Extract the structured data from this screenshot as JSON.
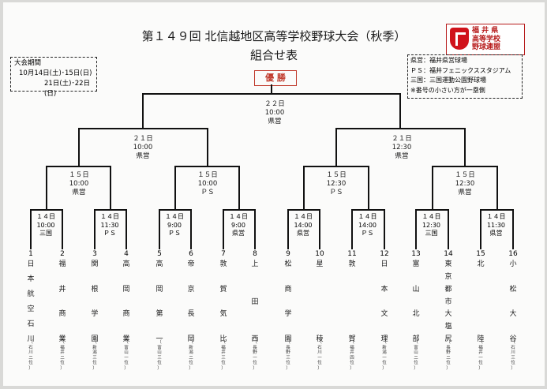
{
  "header": {
    "title_line1": "第１４９回  北信越地区高等学校野球大会（秋季）",
    "title_line2": "組合せ表"
  },
  "logo": {
    "text": [
      "福 井 県",
      "高等学校",
      "野球連盟"
    ],
    "color": "#b71c1c"
  },
  "period": {
    "label": "大会期間",
    "line1": "10月14日(土)･15日(日)",
    "line2": "21日(土)･22日(日)"
  },
  "venues": {
    "lines": [
      "県営：福井県営球場",
      "ＰＳ：福井フェニックススタジアム",
      "三国：三国運動公園野球場",
      "※番号の小さい方が一塁側"
    ]
  },
  "champion": {
    "label": "優 勝",
    "color": "#c0392b"
  },
  "final": {
    "date": "２２日",
    "time": "10:00",
    "venue": "県営"
  },
  "semis": [
    {
      "date": "２１日",
      "time": "10:00",
      "venue": "県営"
    },
    {
      "date": "２１日",
      "time": "12:30",
      "venue": "県営"
    }
  ],
  "quarters": [
    {
      "date": "１５日",
      "time": "10:00",
      "venue": "県営"
    },
    {
      "date": "１５日",
      "time": "10:00",
      "venue": "ＰＳ"
    },
    {
      "date": "１５日",
      "time": "12:30",
      "venue": "ＰＳ"
    },
    {
      "date": "１５日",
      "time": "12:30",
      "venue": "県営"
    }
  ],
  "first_round": [
    {
      "date": "１４日",
      "time": "10:00",
      "venue": "三国"
    },
    {
      "date": "１４日",
      "time": "11:30",
      "venue": "ＰＳ"
    },
    {
      "date": "１４日",
      "time": "9:00",
      "venue": "ＰＳ"
    },
    {
      "date": "１４日",
      "time": "9:00",
      "venue": "県営"
    },
    {
      "date": "１４日",
      "time": "14:00",
      "venue": "県営"
    },
    {
      "date": "１４日",
      "time": "14:00",
      "venue": "ＰＳ"
    },
    {
      "date": "１４日",
      "time": "12:30",
      "venue": "三国"
    },
    {
      "date": "１４日",
      "time": "11:30",
      "venue": "県営"
    }
  ],
  "teams": [
    {
      "no": "1",
      "name": "日本航空石川",
      "seed": "（石川二位）"
    },
    {
      "no": "2",
      "name": "福井商業",
      "seed": "（福井二位）"
    },
    {
      "no": "3",
      "name": "関根学園",
      "seed": "（新潟三位）"
    },
    {
      "no": "4",
      "name": "高岡商業",
      "seed": "（富山一位）"
    },
    {
      "no": "5",
      "name": "高岡第一",
      "seed": "（富山三位）"
    },
    {
      "no": "6",
      "name": "帝京長岡",
      "seed": "（新潟二位）"
    },
    {
      "no": "7",
      "name": "敦賀気比",
      "seed": "（福井三位）"
    },
    {
      "no": "8",
      "name": "上田西",
      "seed": "（長野一位）"
    },
    {
      "no": "9",
      "name": "松商学園",
      "seed": "（長野三位）"
    },
    {
      "no": "10",
      "name": "星稜",
      "seed": "（石川一位）"
    },
    {
      "no": "11",
      "name": "敦賀",
      "seed": "（福井四位）"
    },
    {
      "no": "12",
      "name": "日本文理",
      "seed": "（新潟一位）"
    },
    {
      "no": "13",
      "name": "富山北部",
      "seed": "（富山二位）"
    },
    {
      "no": "14",
      "name": "東京都市大塩尻",
      "seed": "（長野二位）"
    },
    {
      "no": "15",
      "name": "北陸",
      "seed": "（福井一位）"
    },
    {
      "no": "16",
      "name": "小松大谷",
      "seed": "（石川三位）"
    }
  ]
}
